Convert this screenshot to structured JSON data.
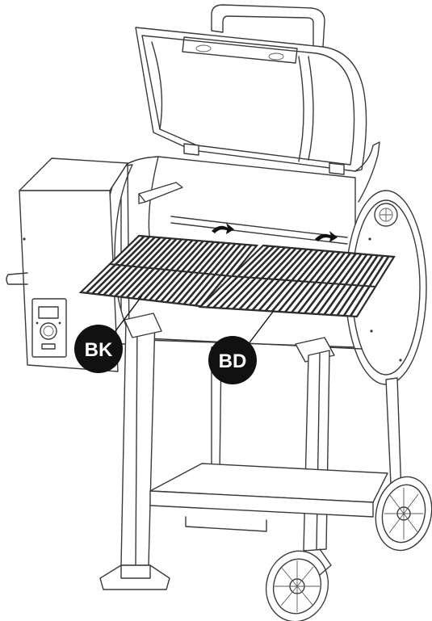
{
  "diagram": {
    "callouts": [
      {
        "id": "bk",
        "label": "BK"
      },
      {
        "id": "bd",
        "label": "BD"
      }
    ],
    "colors": {
      "line": "#3a3a3a",
      "grate": "#2b2b2b",
      "callout_fill": "#111111",
      "callout_text": "#ffffff"
    }
  }
}
